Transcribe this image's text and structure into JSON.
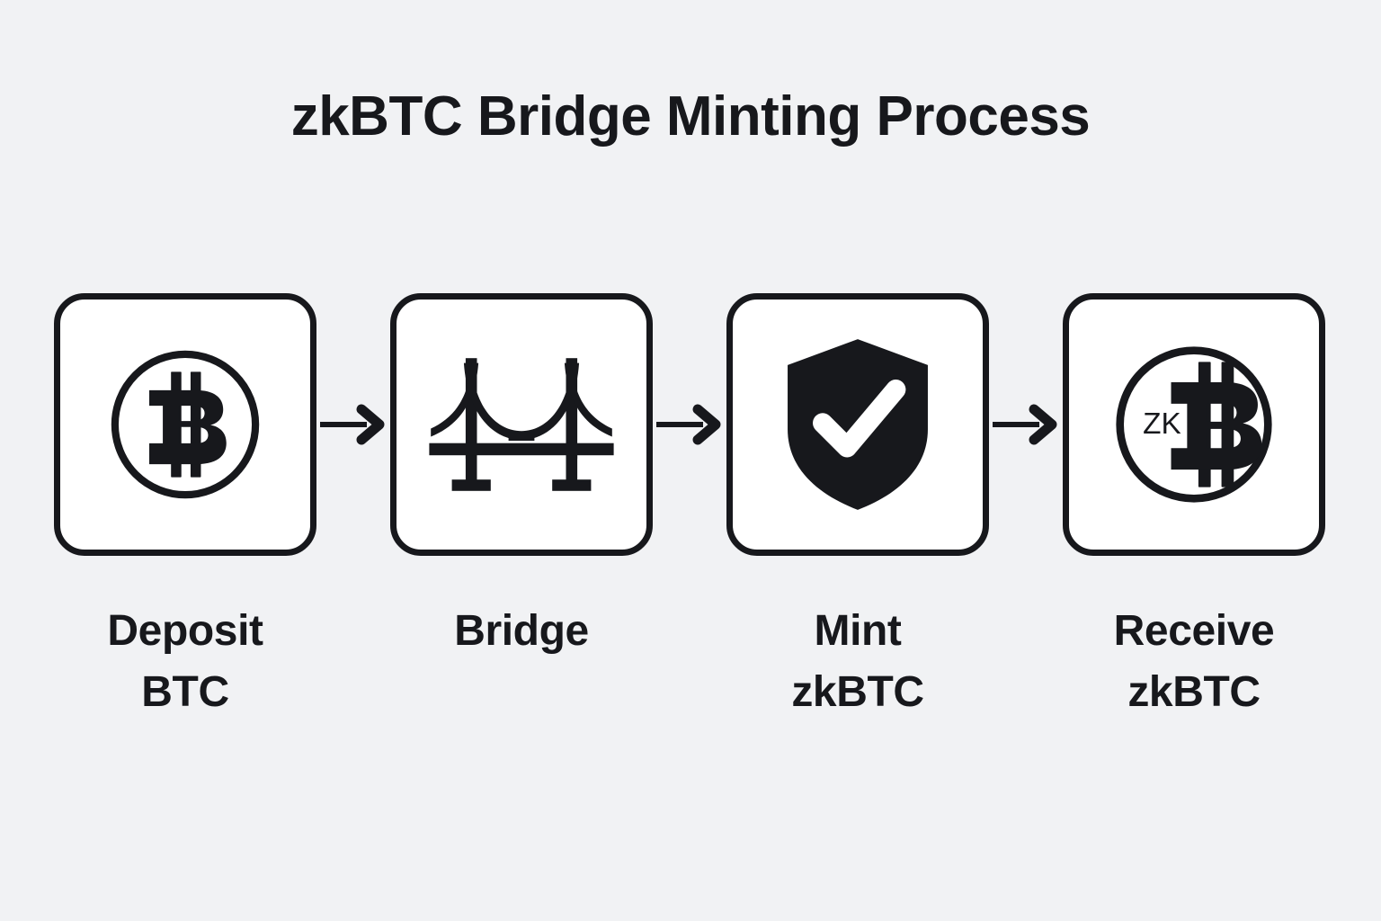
{
  "page": {
    "title": "zkBTC Bridge Minting Process",
    "background_color": "#f1f2f4",
    "ink_color": "#17181c",
    "card_fill_color": "#ffffff"
  },
  "diagram_data": {
    "type": "process-flow",
    "orientation": "horizontal",
    "step_count": 4,
    "connector": "arrow-right",
    "steps": [
      {
        "index": 1,
        "icon": "bitcoin-coin-icon",
        "icon_description": "outlined circle containing bold bitcoin B symbol",
        "label_lines": [
          "Deposit",
          "BTC"
        ],
        "label_text": "Deposit BTC"
      },
      {
        "index": 2,
        "icon": "suspension-bridge-icon",
        "icon_description": "suspension bridge with two towers, cables and deck",
        "label_lines": [
          "Bridge"
        ],
        "label_text": "Bridge"
      },
      {
        "index": 3,
        "icon": "shield-check-icon",
        "icon_description": "filled shield with white check mark",
        "label_lines": [
          "Mint",
          "zkBTC"
        ],
        "label_text": "Mint zkBTC"
      },
      {
        "index": 4,
        "icon": "zkbtc-coin-icon",
        "icon_description": "outlined circle containing ZK text and bold bitcoin B symbol",
        "icon_badge_text": "ZK",
        "label_lines": [
          "Receive",
          "zkBTC"
        ],
        "label_text": "Receive zkBTC"
      }
    ]
  }
}
